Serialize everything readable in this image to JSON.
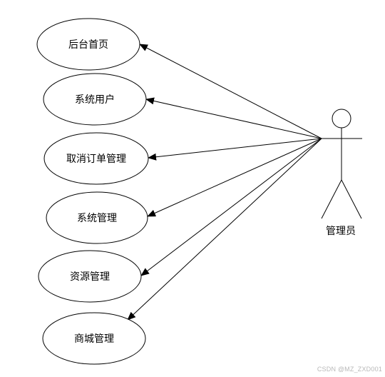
{
  "diagram": {
    "type": "use-case",
    "actor": {
      "label": "管理员"
    },
    "use_cases": [
      {
        "label": "后台首页"
      },
      {
        "label": "系统用户"
      },
      {
        "label": "取消订单管理"
      },
      {
        "label": "系统管理"
      },
      {
        "label": "资源管理"
      },
      {
        "label": "商城管理"
      }
    ]
  },
  "watermark": "CSDN @MZ_ZXD001",
  "colors": {
    "stroke": "#000000",
    "background": "#ffffff",
    "watermark": "#b8b8b8"
  }
}
